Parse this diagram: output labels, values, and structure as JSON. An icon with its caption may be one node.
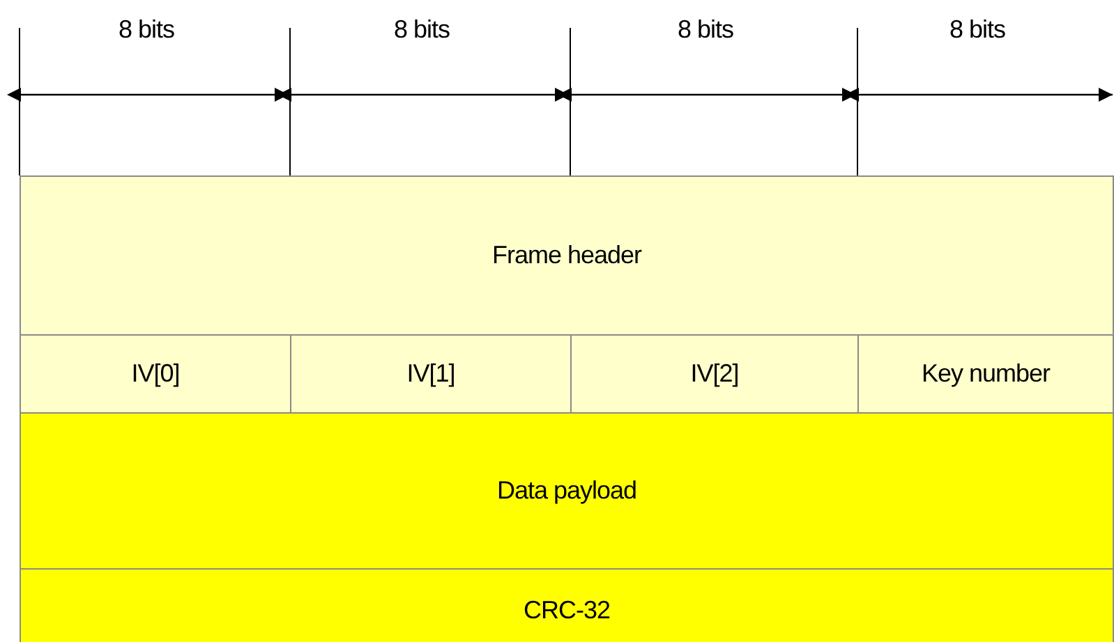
{
  "diagram": {
    "nodes": [
      {
        "text": [
          "Frame header"
        ]
      },
      {
        "text": [
          "IV[0]"
        ]
      },
      {
        "text": [
          "IV[1]"
        ]
      },
      {
        "text": [
          "IV[2]"
        ]
      },
      {
        "text": [
          "Key number"
        ]
      },
      {
        "text": [
          "Data payload"
        ]
      },
      {
        "text": [
          "CRC-32"
        ]
      }
    ],
    "labels": [
      "8 bits",
      "8 bits",
      "8 bits",
      "8 bits"
    ]
  }
}
